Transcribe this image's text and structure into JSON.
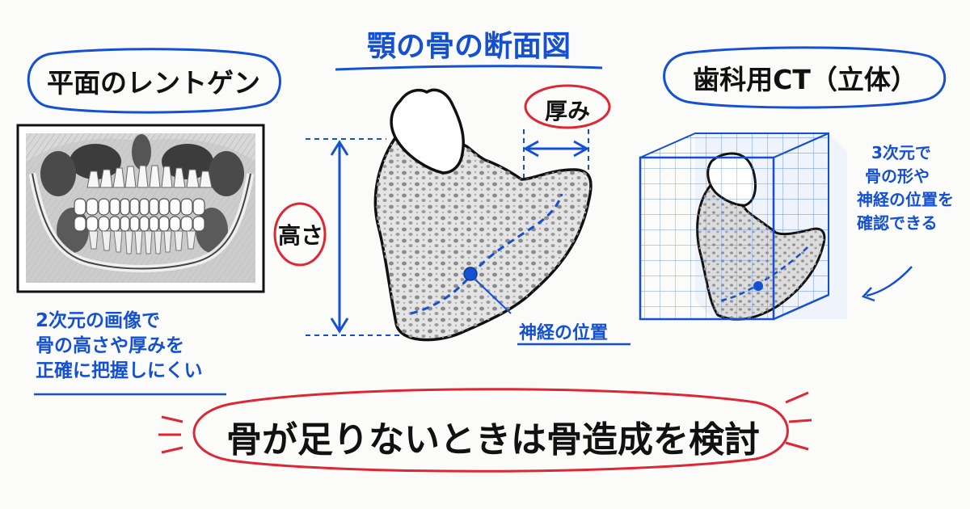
{
  "title": "顎の骨の断面図",
  "left_panel": {
    "label": "平面のレントゲン",
    "note_lines": [
      "2次元の画像で",
      "骨の高さや厚みを",
      "正確に把握しにくい"
    ]
  },
  "right_panel": {
    "label": "歯科用CT（立体）",
    "note_lines": [
      "3次元で",
      "骨の形や",
      "神経の位置を",
      "確認できる"
    ]
  },
  "center": {
    "height_label": "高さ",
    "thickness_label": "厚み",
    "nerve_label": "神経の位置"
  },
  "bottom_banner": "骨が足りないときは骨造成を検討",
  "colors": {
    "blue": "#1450d2",
    "red": "#dc2834",
    "ink": "#111111"
  }
}
